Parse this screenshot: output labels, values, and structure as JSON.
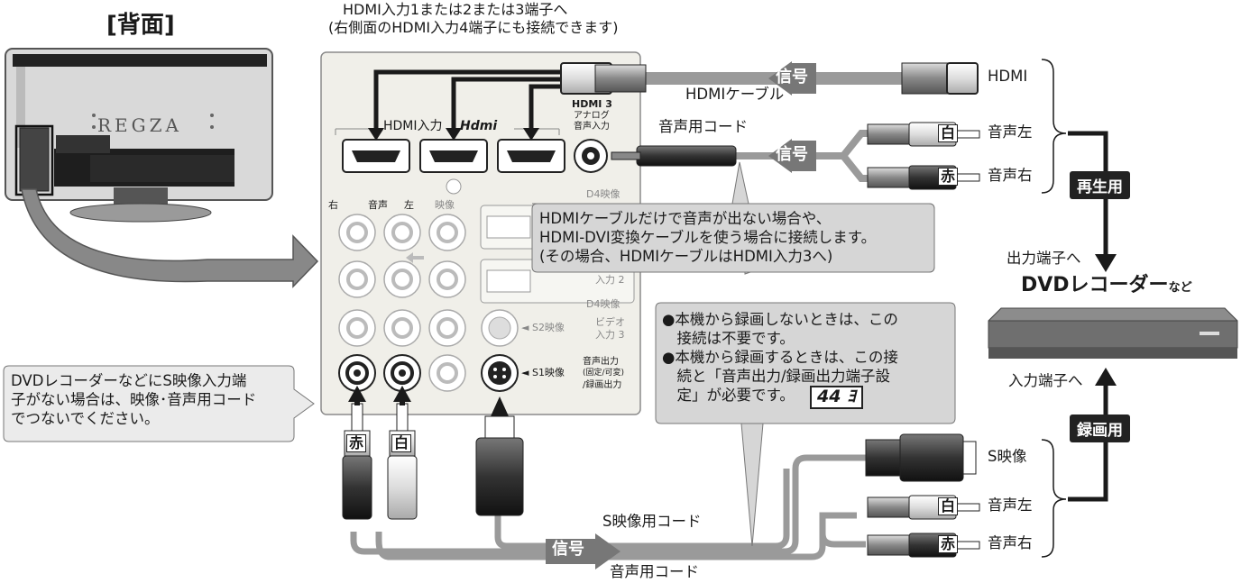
{
  "rear_title": "[背面]",
  "tv_brand": "REGZA",
  "hdmi_top_note": [
    "HDMI入力1または2または3端子へ",
    "(右側面のHDMI入力4端子にも接続できます)"
  ],
  "panel": {
    "hdmi_input_label": "HDMI入力",
    "hdmi_logo": "Hdmi",
    "hdmi3_analog_label": [
      "HDMI 3",
      "アナログ",
      "音声入力"
    ],
    "d4_video_1": "D4映像",
    "d4_video_2": "D4映像",
    "input2_label": "入力 2",
    "audio_right": "右",
    "audio_word": "音声",
    "audio_left": "左",
    "video_label": "映像",
    "s2_video": "◄ S2映像",
    "video_input3": [
      "ビデオ",
      "入力 3"
    ],
    "s1_video": "◄ S1映像",
    "audio_output": [
      "音声出力",
      "(固定/可変)",
      "/録画出力"
    ]
  },
  "cables": {
    "hdmi_cable": "HDMIケーブル",
    "audio_cord_top": "音声用コード",
    "s_video_cord": "S映像用コード",
    "audio_cord_bottom": "音声用コード",
    "signal": "信号"
  },
  "plugs": {
    "hdmi": "HDMI",
    "audio_left": "音声左",
    "audio_right": "音声右",
    "s_video": "S映像",
    "white": "白",
    "red": "赤"
  },
  "notes": {
    "hdmi_audio": [
      "HDMIケーブルだけで音声が出ない場合や、",
      "HDMI-DVI変換ケーブルを使う場合に接続します。",
      "(その場合、HDMIケーブルはHDMI入力3へ)"
    ],
    "recording": [
      "●本機から録画しないときは、この",
      "　接続は不要です。",
      "●本機から録画するときは、この接",
      "　続と「音声出力/録画出力端子設",
      "　定」が必要です。"
    ],
    "page_ref": "44",
    "s_video_missing": [
      "DVDレコーダーなどにS映像入力端",
      "子がない場合は、映像･音声用コード",
      "でつないでください。"
    ]
  },
  "device": {
    "playback_tag": "再生用",
    "output_terminal": "出力端子へ",
    "name": "DVDレコーダー",
    "name_suffix": "など",
    "input_terminal": "入力端子へ",
    "recording_tag": "録画用"
  },
  "colors": {
    "panel_bg": "#f0efe9",
    "panel_border": "#8a8a8a",
    "callout_bg": "#d8d8d8",
    "arrow_gray": "#8a8a8a",
    "cable_gray": "#9a9a9a",
    "black": "#1a1a1a"
  }
}
